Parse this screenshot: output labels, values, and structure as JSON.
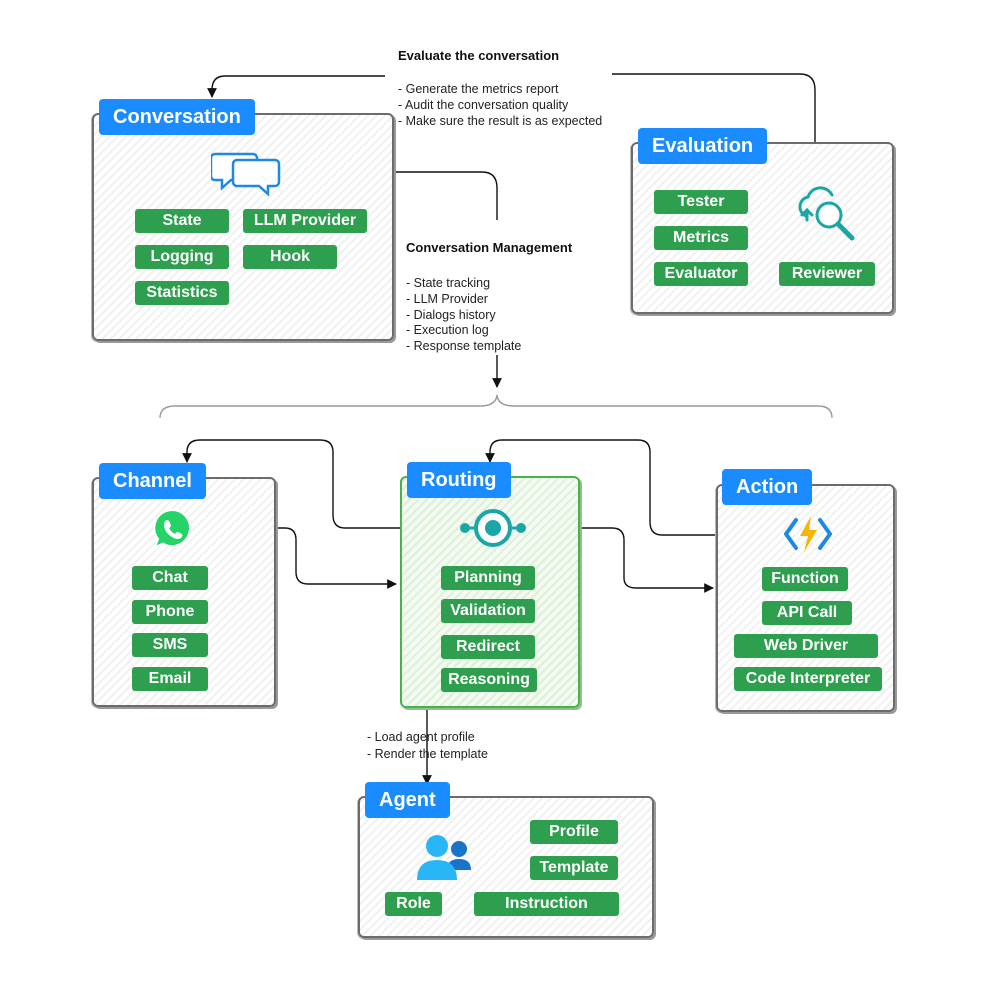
{
  "evaluate": {
    "heading": "Evaluate the conversation",
    "items": [
      "- Generate the metrics report",
      "- Audit the conversation quality",
      "- Make sure the result is as expected"
    ]
  },
  "management": {
    "heading": "Conversation Management",
    "items": [
      "- State tracking",
      "- LLM Provider",
      "- Dialogs history",
      "- Execution log",
      "- Response template"
    ]
  },
  "agent_note": {
    "items": [
      "- Load agent profile",
      "- Render the template"
    ]
  },
  "conversation": {
    "title": "Conversation",
    "icon": "chat-bubbles-icon",
    "tags": [
      "State",
      "LLM Provider",
      "Logging",
      "Hook",
      "Statistics"
    ]
  },
  "evaluation": {
    "title": "Evaluation",
    "icon": "cloud-search-icon",
    "tags": [
      "Tester",
      "Metrics",
      "Evaluator",
      "Reviewer"
    ]
  },
  "channel": {
    "title": "Channel",
    "icon": "whatsapp-icon",
    "tags": [
      "Chat",
      "Phone",
      "SMS",
      "Email"
    ]
  },
  "routing": {
    "title": "Routing",
    "icon": "router-hub-icon",
    "tags": [
      "Planning",
      "Validation",
      "Redirect",
      "Reasoning"
    ]
  },
  "action": {
    "title": "Action",
    "icon": "lightning-function-icon",
    "tags": [
      "Function",
      "API Call",
      "Web Driver",
      "Code Interpreter"
    ]
  },
  "agent": {
    "title": "Agent",
    "icon": "users-icon",
    "tags": [
      "Profile",
      "Template",
      "Role",
      "Instruction"
    ]
  },
  "colors": {
    "title_bg": "#1a8cff",
    "tag_bg": "#2e9e4f",
    "routing_border": "#4caf50",
    "panel_border": "#6b6b6b",
    "icon_blue": "#1e88e5",
    "icon_teal": "#1aa6a6",
    "whatsapp_green": "#25d366"
  }
}
